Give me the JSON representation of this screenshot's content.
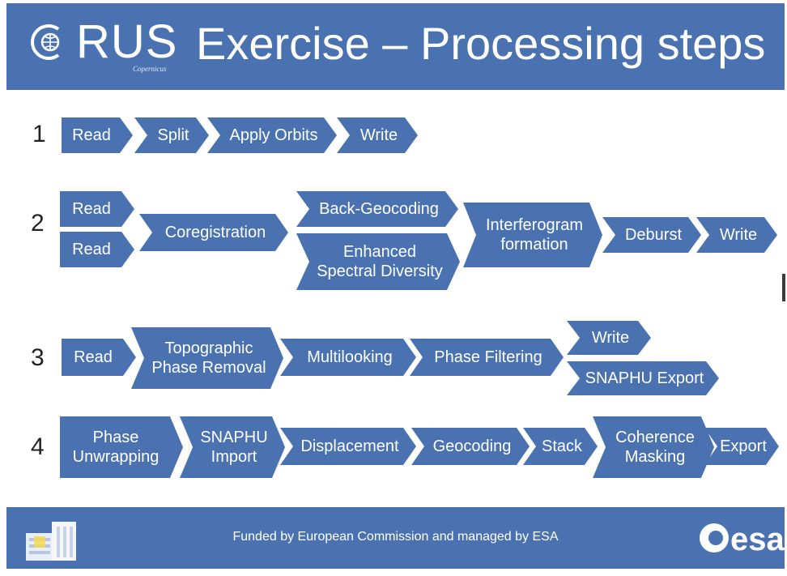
{
  "header": {
    "logo_text": "RUS",
    "logo_subtext": "Copernicus",
    "title": "Exercise – Processing steps"
  },
  "rows": [
    {
      "number": "1",
      "steps": [
        "Read",
        "Split",
        "Apply Orbits",
        "Write"
      ]
    },
    {
      "number": "2",
      "steps": [
        "Read",
        "Read",
        "Coregistration",
        "Back-Geocoding",
        "Enhanced\nSpectral Diversity",
        "Interferogram\nformation",
        "Deburst",
        "Write"
      ]
    },
    {
      "number": "3",
      "steps": [
        "Read",
        "Topographic\nPhase Removal",
        "Multilooking",
        "Phase Filtering",
        "Write",
        "SNAPHU Export"
      ]
    },
    {
      "number": "4",
      "steps": [
        "Phase\nUnwrapping",
        "SNAPHU\nImport",
        "Displacement",
        "Geocoding",
        "Stack",
        "Coherence\nMasking",
        "Export"
      ]
    }
  ],
  "footer": {
    "funding_text": "Funded by European Commission and managed by ESA",
    "esa_logo_text": "esa"
  },
  "colors": {
    "brand_blue": "#4a72b0",
    "text_white": "#ffffff",
    "number_text": "#222222"
  },
  "icons": [
    "cloud-globe-icon",
    "eu-building-icon",
    "esa-logo-icon"
  ]
}
